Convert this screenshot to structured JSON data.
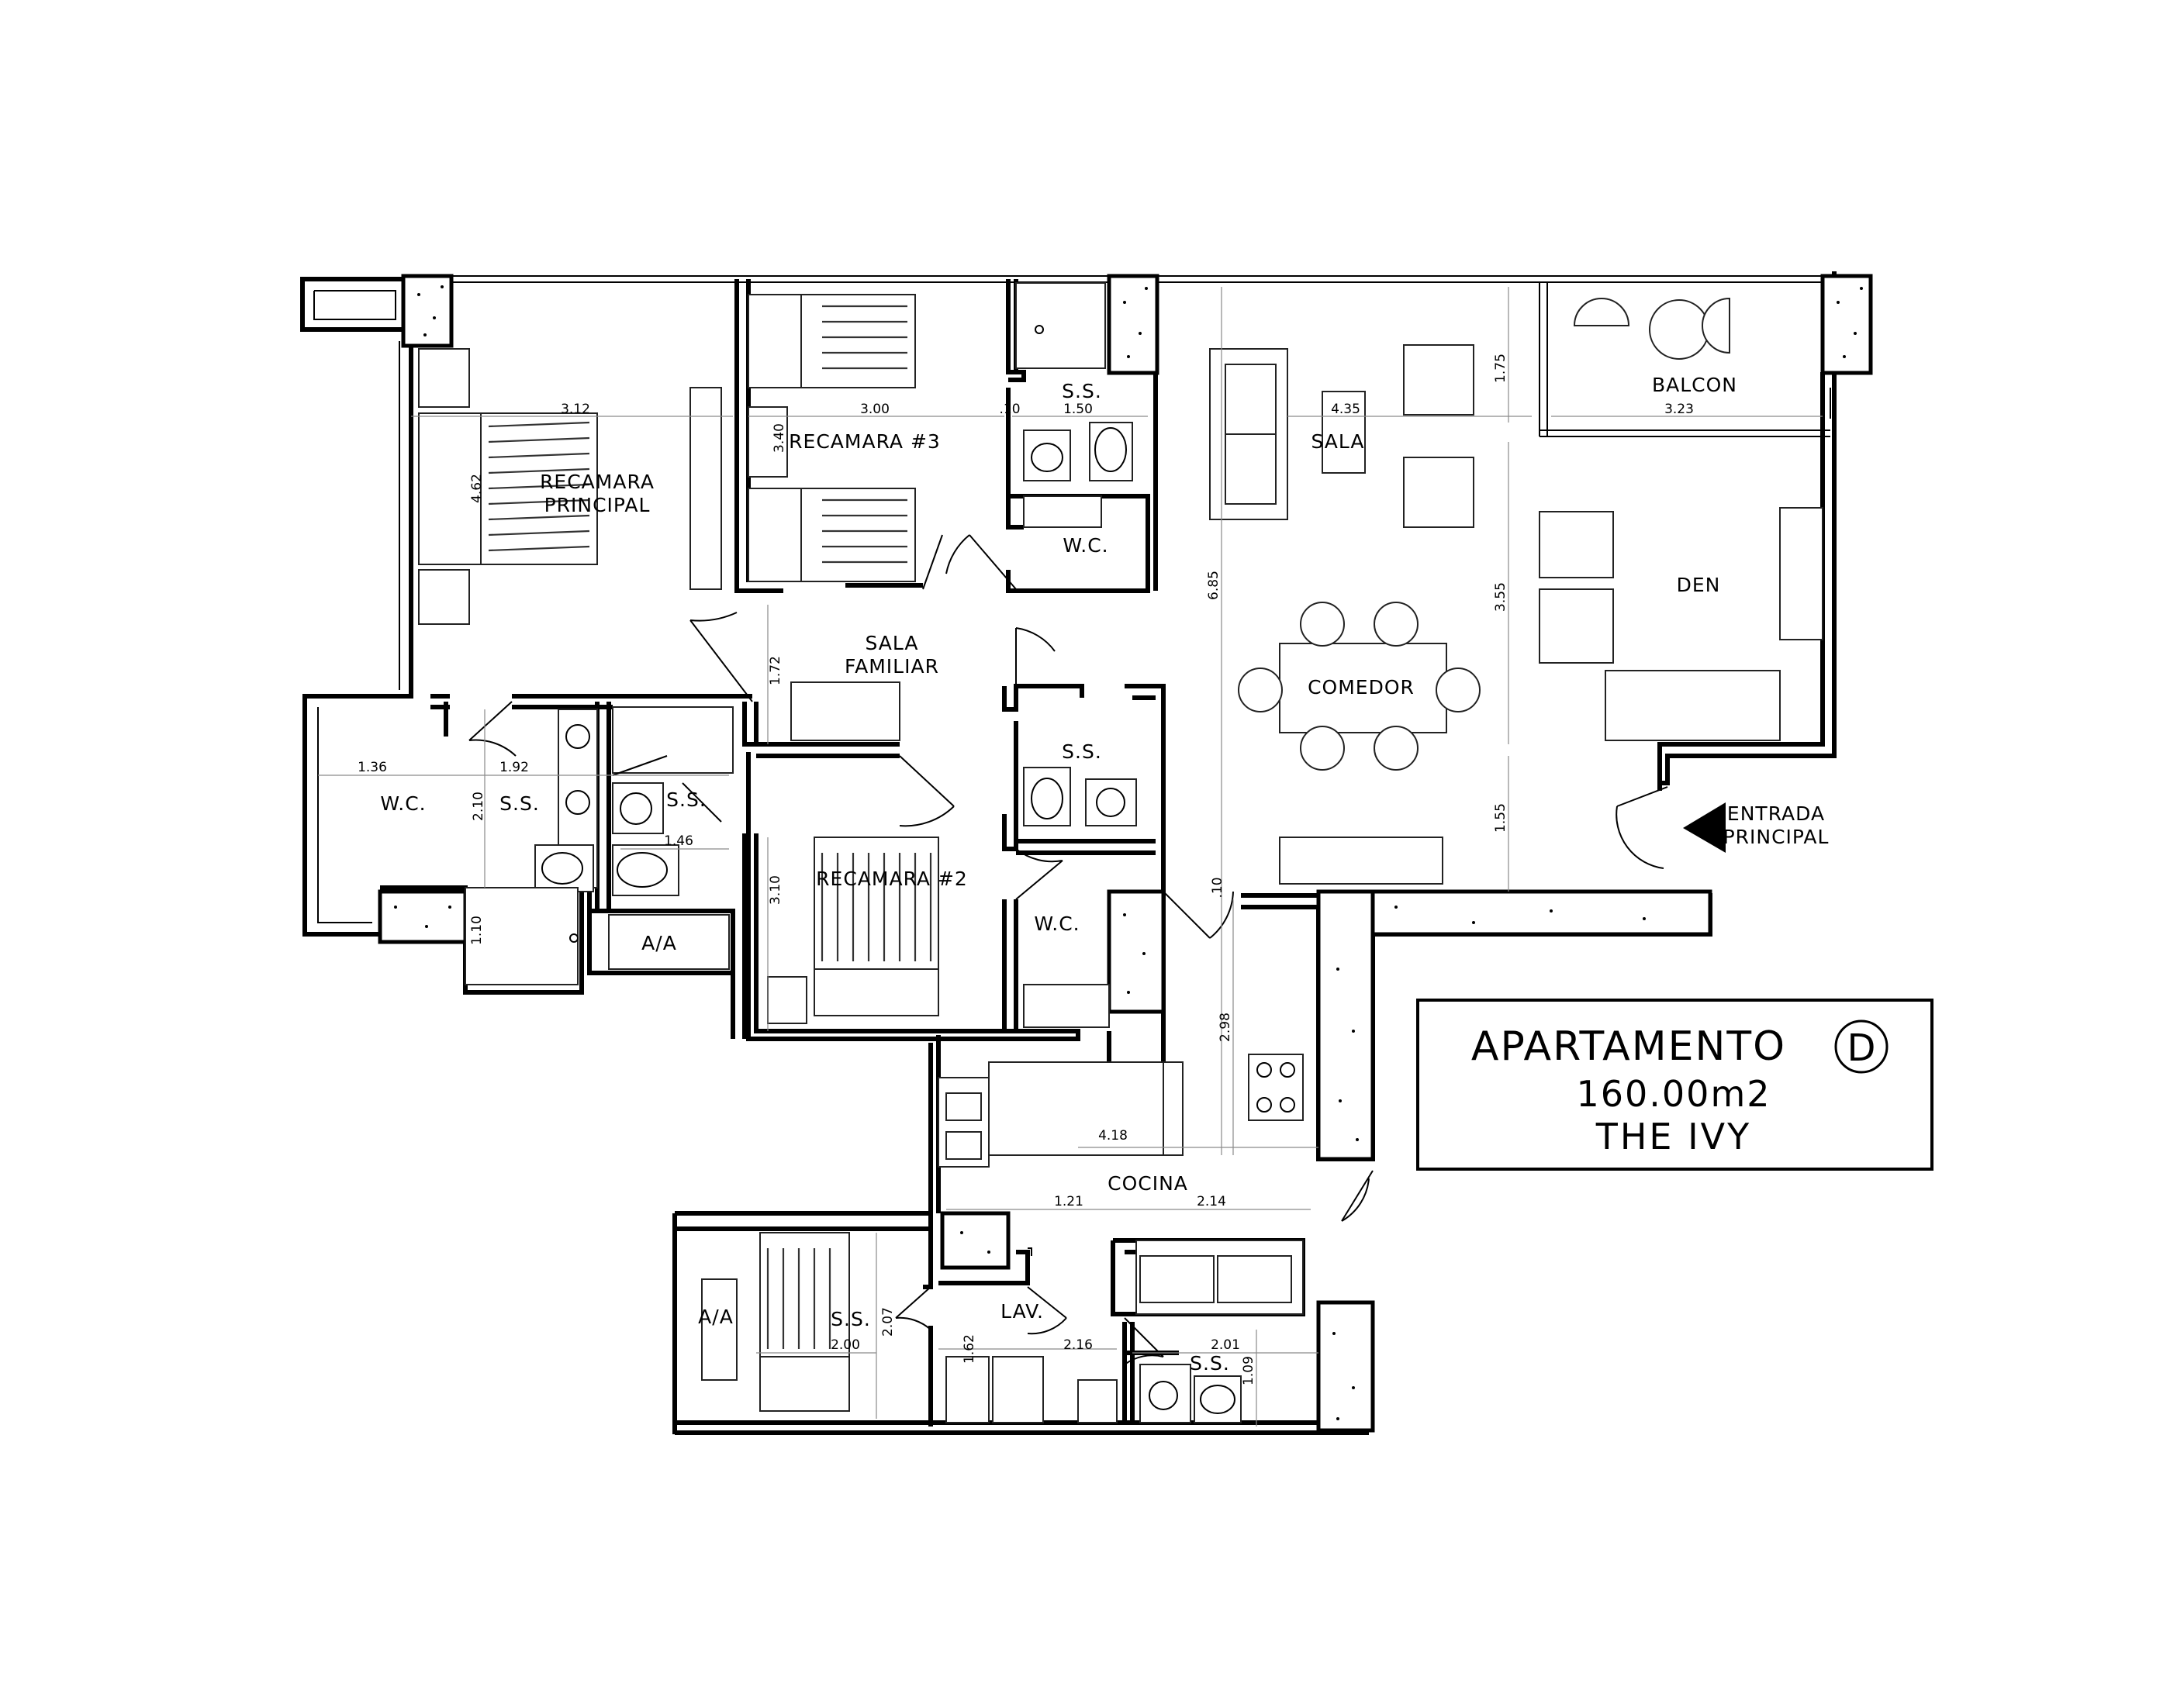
{
  "rooms": {
    "recamara_principal": [
      "RECAMARA",
      "PRINCIPAL"
    ],
    "recamara_3": "RECAMARA #3",
    "ss_top": "S.S.",
    "wc_top": "W.C.",
    "sala": "SALA",
    "balcon": "BALCON",
    "den": "DEN",
    "comedor": "COMEDOR",
    "sala_familiar": [
      "SALA",
      "FAMILIAR"
    ],
    "ss_mid_right": "S.S.",
    "recamara_2": "RECAMARA #2",
    "wc_mid_right": "W.C.",
    "wc_left": "W.C.",
    "ss_left_1": "S.S.",
    "ss_left_2": "S.S.",
    "aa_1": "A/A",
    "entrada": [
      "ENTRADA",
      "PRINCIPAL"
    ],
    "cocina": "COCINA",
    "aa_2": "A/A",
    "ss_bottom_left": "S.S.",
    "lav": "LAV.",
    "ss_bottom_right": "S.S."
  },
  "dimensions": {
    "d312": "3.12",
    "d462": "4.62",
    "d300": "3.00",
    "d340": "3.40",
    "d010": ".10",
    "d150": "1.50",
    "d175": "1.75",
    "d435": "4.35",
    "d323": "3.23",
    "d685": "6.85",
    "d355": "3.55",
    "d155": "1.55",
    "d172": "1.72",
    "d136": "1.36",
    "d192": "1.92",
    "d210": "2.10",
    "d146": "1.46",
    "d110": "1.10",
    "d310": "3.10",
    "d10b": ".10",
    "d298": "2.98",
    "d418": "4.18",
    "d121": "1.21",
    "d214": "2.14",
    "d207": "2.07",
    "d200": "2.00",
    "d162": "1.62",
    "d216": "2.16",
    "d201": "2.01",
    "d109": "1.09"
  },
  "title_block": {
    "line1": "APARTAMENTO",
    "unit_letter": "D",
    "line2": "160.00m2",
    "line3": "THE IVY"
  }
}
